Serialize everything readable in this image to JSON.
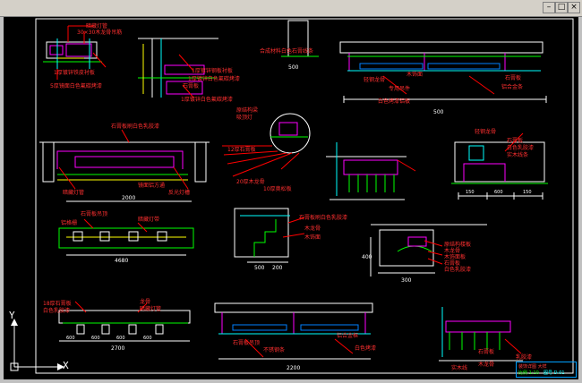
{
  "window": {
    "buttons": [
      "–",
      "□",
      "×"
    ]
  },
  "axis": {
    "y_label": "Y",
    "x_label": "X"
  },
  "titleblock": {
    "row1": "装饰详图 大样",
    "row2": "比例 1:10",
    "row3": "图号 D-01"
  },
  "details": [
    {
      "id": "top-left-detail",
      "labels": [
        "暗藏灯管",
        "30×30木龙骨吊筋",
        "1厚镀锌铁皮衬板",
        "5厚镜面白色氟碳烤漆"
      ]
    },
    {
      "id": "top-center-detail",
      "labels": [
        "1厚镀锌钢板衬板",
        "1厚镀锌白色氟碳烤漆",
        "石膏板",
        "1厚镀锌白色氟碳烤漆"
      ]
    },
    {
      "id": "top-right-detail",
      "labels": [
        "合成材料白色石膏线条",
        "轻钢龙骨",
        "专用吊件",
        "木饰面",
        "石膏板",
        "铝合金条",
        "白色烤漆铝板"
      ],
      "dims": [
        "500",
        "500"
      ]
    },
    {
      "id": "mid-left-detail",
      "labels": [
        "石膏板刷白色乳胶漆",
        "暗藏灯管",
        "镜面铝方通",
        "反光灯槽"
      ],
      "dims": [
        "2000"
      ]
    },
    {
      "id": "mid-center-detail",
      "labels": [
        "原结构梁",
        "吸顶灯",
        "12厚石膏板",
        "20厚木龙骨",
        "10厚奥松板"
      ]
    },
    {
      "id": "mid-right-detail",
      "labels": [
        "轻钢龙骨",
        "石膏板",
        "白色乳胶漆",
        "实木线条"
      ],
      "dims": [
        "150",
        "600",
        "150"
      ]
    },
    {
      "id": "row3-left-detail",
      "labels": [
        "石膏板吊顶",
        "暗藏灯带",
        "铝格栅"
      ],
      "dims": [
        "4680"
      ]
    },
    {
      "id": "row3-center-detail",
      "labels": [
        "石膏板刷白色乳胶漆",
        "木龙骨",
        "木饰面"
      ],
      "dims": [
        "500",
        "200"
      ]
    },
    {
      "id": "row3-right-detail",
      "labels": [
        "原结构楼板",
        "木龙骨",
        "木饰面板",
        "石膏板",
        "白色乳胶漆"
      ],
      "dims": [
        "400",
        "300"
      ]
    },
    {
      "id": "bottom-left-detail",
      "labels": [
        "18厚石膏板",
        "白色乳胶漆",
        "龙骨",
        "暗藏灯管"
      ],
      "dims": [
        "2700",
        "600",
        "600",
        "600",
        "600"
      ]
    },
    {
      "id": "bottom-center-detail",
      "labels": [
        "石膏板吊顶",
        "不锈钢条",
        "铝合金框",
        "白色烤漆"
      ],
      "dims": [
        "2200"
      ]
    },
    {
      "id": "bottom-right-detail",
      "labels": [
        "石膏板",
        "木龙骨",
        "乳胶漆",
        "实木线"
      ]
    }
  ]
}
